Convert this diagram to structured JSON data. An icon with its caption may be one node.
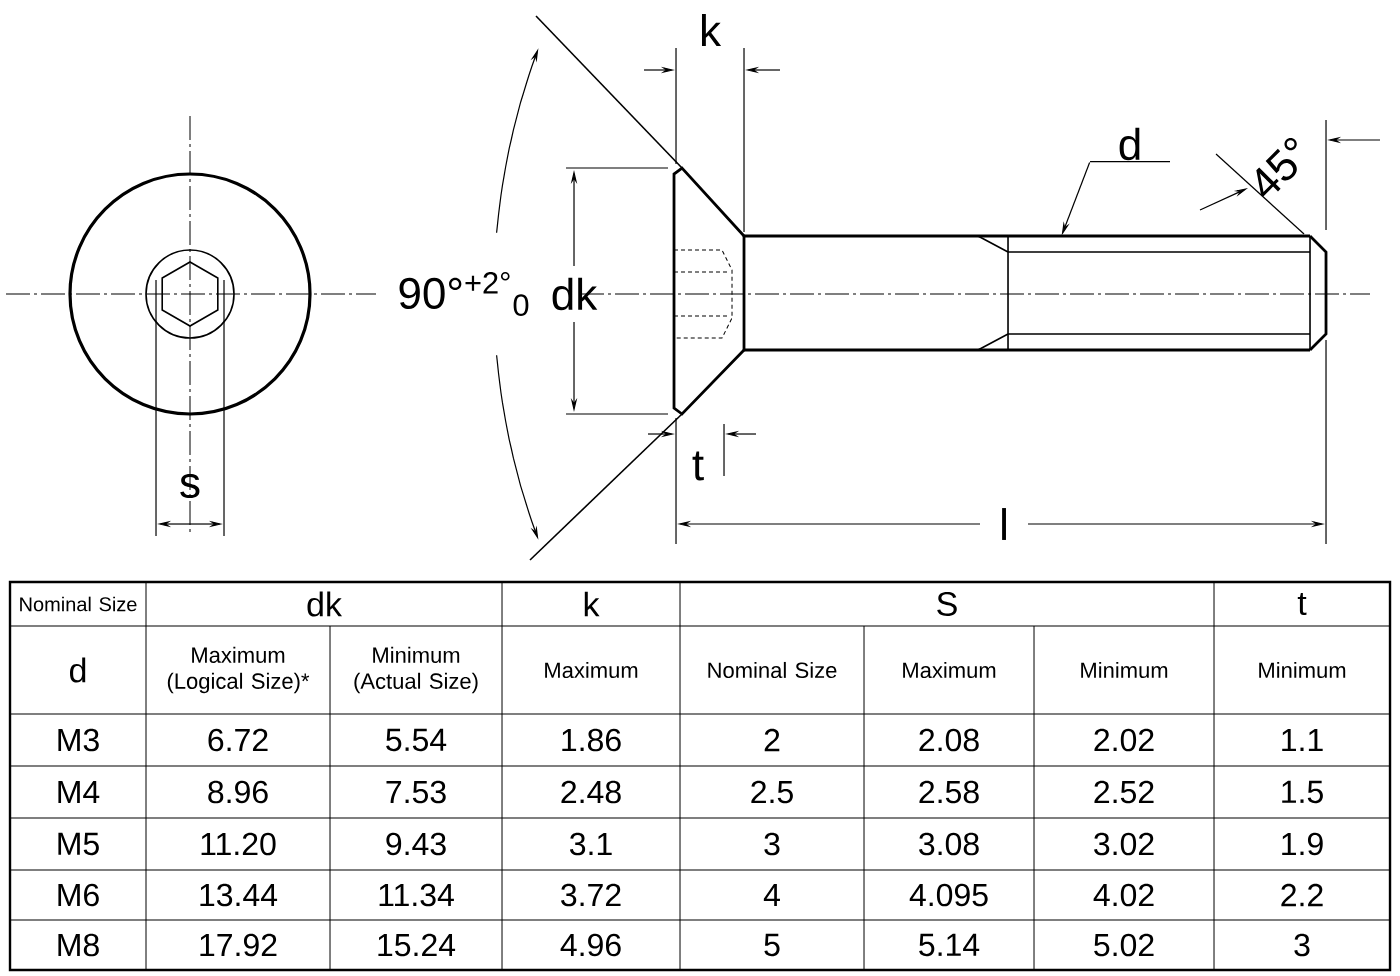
{
  "diagram": {
    "nodes": [
      {
        "text": [
          "d"
        ]
      },
      {
        "text": [],
        "shape": "picture"
      }
    ],
    "edges": [
      {
        "from": 0,
        "to": 1,
        "arrow": "to"
      }
    ],
    "labels": [
      "k",
      "45°",
      "90°$^{+2°}$$_{0}$",
      "dk",
      "s",
      "t",
      "l",
      "Nominal Size",
      "dk",
      "k",
      "S",
      "t",
      "d",
      "Maximum (Logical Size)*",
      "Minimum (Actual Size)",
      "Maximum",
      "Nominal Size",
      "Maximum",
      "Minimum",
      "Minimum",
      "M3",
      "6.72",
      "5.54",
      "1.86",
      "2",
      "2.08",
      "2.02",
      "1.1",
      "M4",
      "8.96",
      "7.53",
      "2.48",
      "2.5",
      "2.58",
      "2.52",
      "1.5",
      "M5",
      "11.20",
      "9.43",
      "3.1",
      "3",
      "3.08",
      "3.02",
      "1.9",
      "M6",
      "13.44",
      "11.34",
      "3.72",
      "4",
      "4.095",
      "4.02",
      "2.2",
      "M8",
      "17.92",
      "15.24",
      "4.96",
      "5",
      "5.14",
      "5.02",
      "3"
    ]
  }
}
